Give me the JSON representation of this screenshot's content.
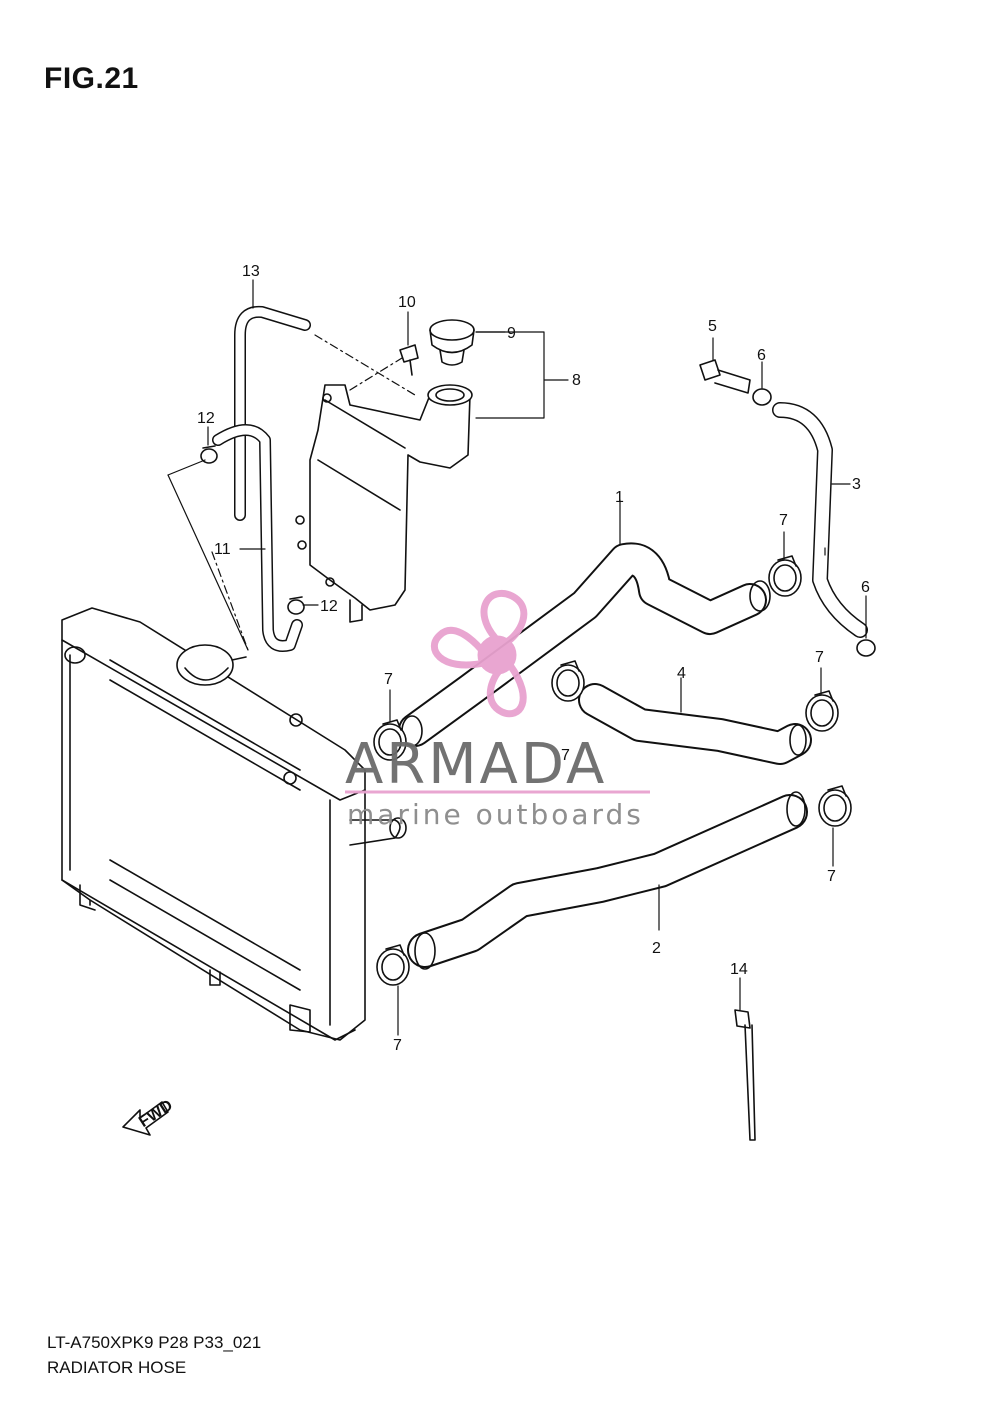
{
  "figure": {
    "title": "FIG.21"
  },
  "part_labels": [
    {
      "id": "1",
      "text": "1"
    },
    {
      "id": "2",
      "text": "2"
    },
    {
      "id": "3",
      "text": "3"
    },
    {
      "id": "4",
      "text": "4"
    },
    {
      "id": "5",
      "text": "5"
    },
    {
      "id": "6a",
      "text": "6"
    },
    {
      "id": "6b",
      "text": "6"
    },
    {
      "id": "7a",
      "text": "7"
    },
    {
      "id": "7b",
      "text": "7"
    },
    {
      "id": "7c",
      "text": "7"
    },
    {
      "id": "7d",
      "text": "7"
    },
    {
      "id": "7e",
      "text": "7"
    },
    {
      "id": "7f",
      "text": "7"
    },
    {
      "id": "8",
      "text": "8"
    },
    {
      "id": "9",
      "text": "9"
    },
    {
      "id": "10",
      "text": "10"
    },
    {
      "id": "11",
      "text": "11"
    },
    {
      "id": "12a",
      "text": "12"
    },
    {
      "id": "12b",
      "text": "12"
    },
    {
      "id": "13",
      "text": "13"
    },
    {
      "id": "14",
      "text": "14"
    }
  ],
  "fwd_arrow": {
    "text": "FWD"
  },
  "watermark": {
    "brand": "ARMADA",
    "tagline": "marine outboards",
    "accent_color": "#e8a2cf"
  },
  "footer": {
    "code": "LT-A750XPK9 P28 P33_021",
    "name": "RADIATOR HOSE"
  },
  "line_color": "#111111"
}
